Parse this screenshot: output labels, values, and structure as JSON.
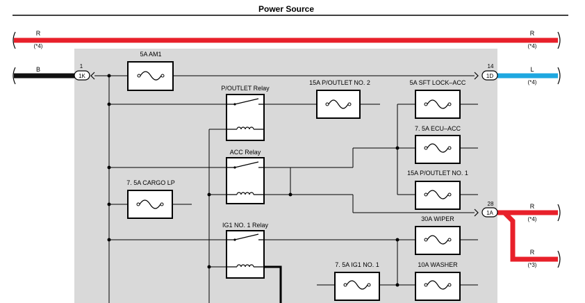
{
  "title": "Power Source",
  "colors": {
    "red": "#e8202a",
    "blue": "#1ea7e0",
    "black": "#111111",
    "panel": "#d9d9d9"
  },
  "wires": {
    "top_left": {
      "color": "R",
      "note": "(*4)"
    },
    "top_right": {
      "color": "R",
      "note": "(*4)"
    },
    "b_left": {
      "color": "B"
    },
    "l_right": {
      "color": "L",
      "note": "(*4)"
    },
    "out1": {
      "color": "R",
      "note": "(*4)"
    },
    "out2": {
      "color": "R",
      "note": "(*3)"
    }
  },
  "connectors": {
    "c1": {
      "pin": "1",
      "id": "1K"
    },
    "c2": {
      "pin": "14",
      "id": "1D"
    },
    "c3": {
      "pin": "28",
      "id": "1A"
    }
  },
  "fuses": {
    "am1": "5A AM1",
    "poutlet2": "15A P/OUTLET NO. 2",
    "sftlock": "5A SFT LOCK–ACC",
    "ecuacc": "7. 5A ECU–ACC",
    "poutlet1": "15A P/OUTLET NO. 1",
    "cargolp": "7. 5A CARGO LP",
    "wiper": "30A WIPER",
    "ig1no1": "7. 5A IG1 NO. 1",
    "washer": "10A WASHER"
  },
  "relays": {
    "poutlet": "P/OUTLET Relay",
    "acc": "ACC Relay",
    "ig1no1": "IG1 NO. 1 Relay"
  }
}
